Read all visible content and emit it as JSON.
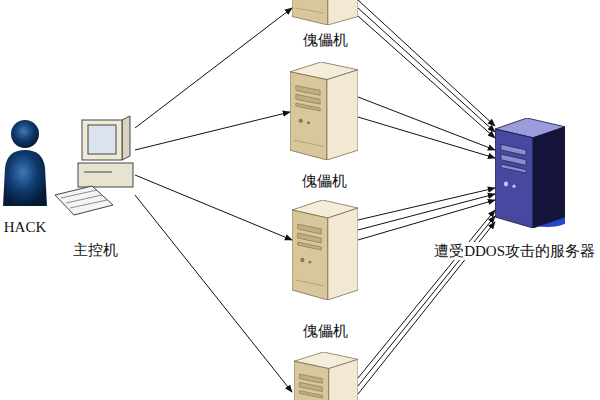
{
  "diagram": {
    "nodes": [
      {
        "text": [
          "HACK"
        ]
      },
      {
        "text": [
          "主控机"
        ]
      },
      {
        "text": [
          "傀儡机"
        ]
      },
      {
        "text": [
          "傀儡机"
        ]
      },
      {
        "text": [
          "傀儡机"
        ]
      },
      {
        "text": [
          "遭受DDOS攻击的服务器"
        ]
      }
    ],
    "edges": [
      {
        "from": 1,
        "to": 2,
        "arrow": "to"
      },
      {
        "from": 1,
        "to": 3,
        "arrow": "to"
      },
      {
        "from": 1,
        "to": 4,
        "arrow": "to"
      },
      {
        "from": 2,
        "to": 5,
        "arrow": "to"
      },
      {
        "from": 2,
        "to": 5,
        "arrow": "to"
      },
      {
        "from": 2,
        "to": 5,
        "arrow": "to"
      },
      {
        "from": 3,
        "to": 5,
        "arrow": "to"
      },
      {
        "from": 3,
        "to": 5,
        "arrow": "to"
      },
      {
        "from": 4,
        "to": 5,
        "arrow": "to"
      },
      {
        "from": 4,
        "to": 5,
        "arrow": "to"
      },
      {
        "from": 4,
        "to": 5,
        "arrow": "to"
      }
    ]
  }
}
